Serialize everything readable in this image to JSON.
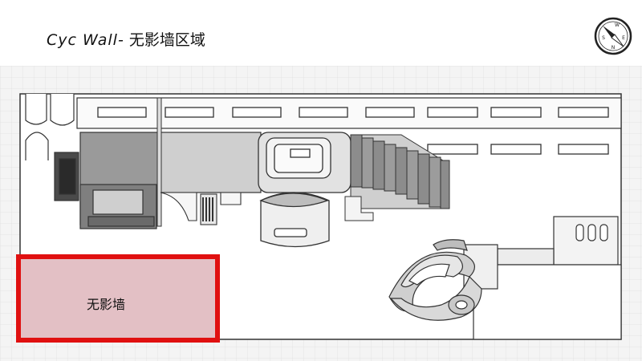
{
  "header": {
    "title_latin": "Cyc Wall-",
    "title_cjk": "无影墙区域"
  },
  "compass": {
    "letters": {
      "north": "N",
      "east": "E",
      "south": "S",
      "west": "W"
    }
  },
  "highlight": {
    "label": "无影墙",
    "border_color": "#e01010",
    "fill_color": "#e3c0c5"
  },
  "colors": {
    "grid": "#e6e6e6",
    "plan_background": "#f2f2f2",
    "wall_dark": "#8e8e8e",
    "wall_mid": "#c9c9c9"
  }
}
